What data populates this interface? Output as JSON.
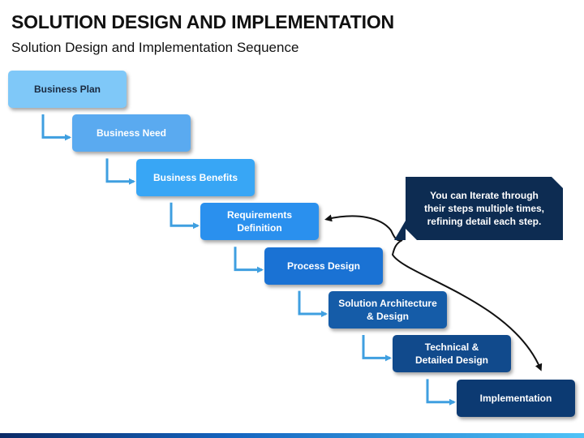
{
  "header": {
    "title": "SOLUTION DESIGN AND IMPLEMENTATION",
    "subtitle": "Solution Design and Implementation Sequence"
  },
  "steps": [
    {
      "label": "Business Plan",
      "fill": "#7fc8f8",
      "text_color": "#1a2a40"
    },
    {
      "label": "Business Need",
      "fill": "#5aaaf0",
      "text_color": "#ffffff"
    },
    {
      "label": "Business Benefits",
      "fill": "#38a6f5",
      "text_color": "#ffffff"
    },
    {
      "label": "Requirements\nDefinition",
      "fill": "#2a90ee",
      "text_color": "#ffffff"
    },
    {
      "label": "Process Design",
      "fill": "#1a72d4",
      "text_color": "#ffffff"
    },
    {
      "label": "Solution Architecture\n& Design",
      "fill": "#155ca8",
      "text_color": "#ffffff"
    },
    {
      "label": "Technical &\nDetailed Design",
      "fill": "#114a8c",
      "text_color": "#ffffff"
    },
    {
      "label": "Implementation",
      "fill": "#0c3a72",
      "text_color": "#ffffff"
    }
  ],
  "callout": {
    "text": "You can Iterate through\ntheir steps multiple times,\nrefining detail each step.",
    "fill": "#0d2c52"
  },
  "colors": {
    "connector": "#3f9fe0",
    "loop_line": "#111111"
  }
}
